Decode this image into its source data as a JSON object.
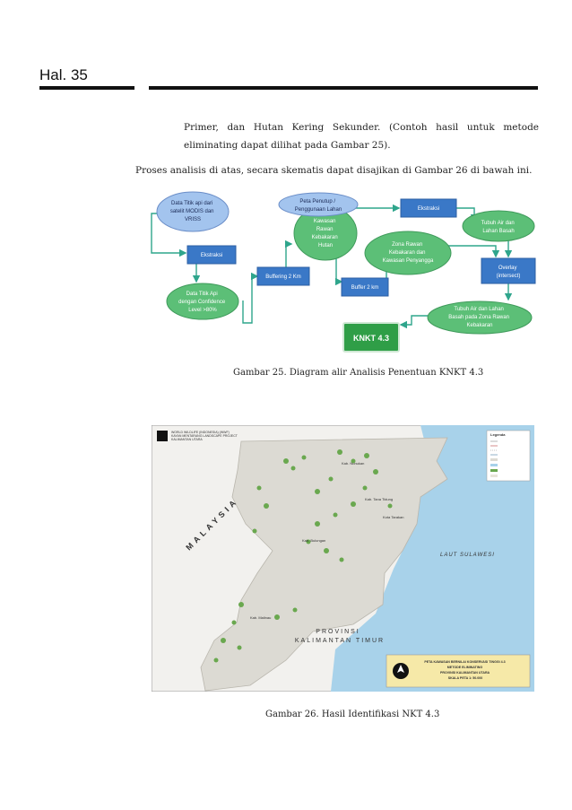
{
  "header": {
    "page_label": "Hal. 35"
  },
  "body": {
    "paragraph1": "Primer, dan Hutan Kering Sekunder. (Contoh hasil untuk metode eliminating dapat dilihat pada Gambar 25).",
    "paragraph2": "Proses analisis di atas, secara skematis dapat disajikan di Gambar 26 di bawah ini."
  },
  "flowchart": {
    "nodes": {
      "data_titik_api": [
        "Data Titik api dari",
        "satelit MODIS dan",
        "VRISS"
      ],
      "ekstraksi_left": "Ekstraksi",
      "confidence": [
        "Data Titik Api",
        "dengan Confidence",
        "Level >80%"
      ],
      "buffering": "Buffering 2 Km",
      "kawasan_rawan": [
        "Kawasan",
        "Rawan",
        "Kebakaran",
        "Hutan"
      ],
      "buffer": "Buffer 2 km",
      "peta_penutup": [
        "Peta Penutup /",
        "Penggunaan Lahan"
      ],
      "ekstraksi_right": "Ekstraksi",
      "zona_rawan": [
        "Zona Rawan",
        "Kebakaran dan",
        "Kawasan Penyangga"
      ],
      "tubuh_air": [
        "Tubuh Air dan",
        "Lahan Basah"
      ],
      "overlay": [
        "Overlay",
        "(intersect)"
      ],
      "tubuh_air_zona": [
        "Tubuh Air dan Lahan",
        "Basah pada Zona Rawan",
        "Kebakaran"
      ],
      "knkt": "KNKT 4.3"
    }
  },
  "captions": {
    "figure25": "Gambar 25. Diagram alir Analisis Penentuan KNKT 4.3",
    "figure26": "Gambar 26. Hasil Identifikasi NKT 4.3"
  },
  "map": {
    "org_lines": [
      "WORLD WILDLIFE (INDONESIA) (WWF)",
      "KAYAN MENTARANG LANDSCAPE PROJECT",
      "KALIMANTAN UTARA"
    ],
    "country_label": "MALAYSIA",
    "sea_label": "LAUT SULAWESI",
    "province_label": [
      "PROVINSI",
      "KALIMANTAN TIMUR"
    ],
    "regency_labels": [
      "Kab. Nunukan",
      "Kab. Tana Tidung",
      "Kota Tarakan",
      "Kab. Bulungan",
      "Kab. Malinau"
    ],
    "legend_title": "Legenda",
    "title_box": [
      "PETA KAWASAN BERNILAI KONSERVASI TINGGI 4.3",
      "METODE ELIMINATING",
      "PROVINSI KALIMANTAN UTARA",
      "SKALA PETA 1: 50.000"
    ],
    "colors": {
      "land": "#dcdad3",
      "sea": "#a8d2ea",
      "nkt": "#6aa84f",
      "title_box": "#f6e9a8"
    }
  }
}
